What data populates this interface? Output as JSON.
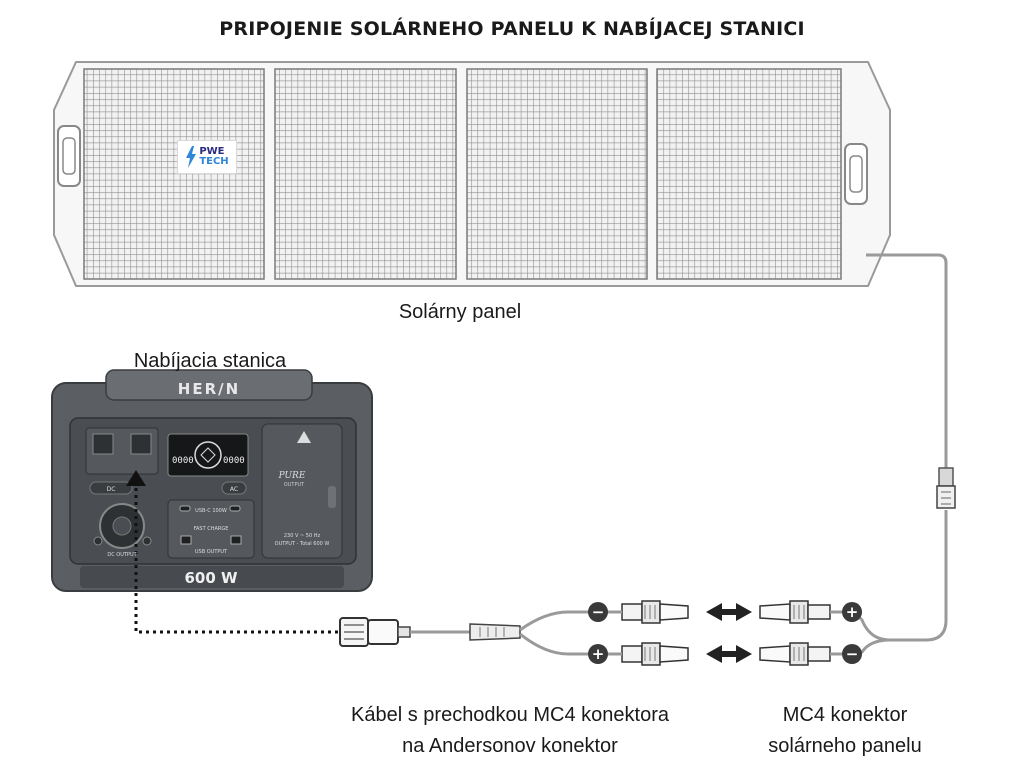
{
  "title": "PRIPOJENIE SOLÁRNEHO PANELU K NABÍJACEJ STANICI",
  "labels": {
    "solar_panel": "Solárny panel",
    "station": "Nabíjacia stanica",
    "cable_line1": "Kábel s prechodkou MC4 konektora",
    "cable_line2": "na Andersonov konektor",
    "mc4_line1": "MC4 konektor",
    "mc4_line2": "solárneho panelu"
  },
  "logo": {
    "line1": "PWE",
    "line2": "TECH"
  },
  "station": {
    "brand": "HER∕N",
    "power_label": "600 W",
    "display_left": "0000",
    "display_right": "0000",
    "usb_c_label": "USB-C 100W",
    "fast_charge_label": "FAST CHARGE",
    "usb_output_label": "USB OUTPUT",
    "dc_output_label": "DC OUTPUT",
    "dc_button": "DC",
    "ac_button": "AC",
    "ac_spec_line1": "230 V ~ 50 Hz",
    "ac_spec_line2": "OUTPUT - Total 600 W",
    "pure_label": "PURE",
    "pure_sub": "OUTPUT"
  },
  "polarity": {
    "minus": "−",
    "plus": "+"
  },
  "colors": {
    "panel_cell": "#8a8a8a",
    "station_body": "#5b5f63",
    "cable": "#9a9a9a"
  }
}
